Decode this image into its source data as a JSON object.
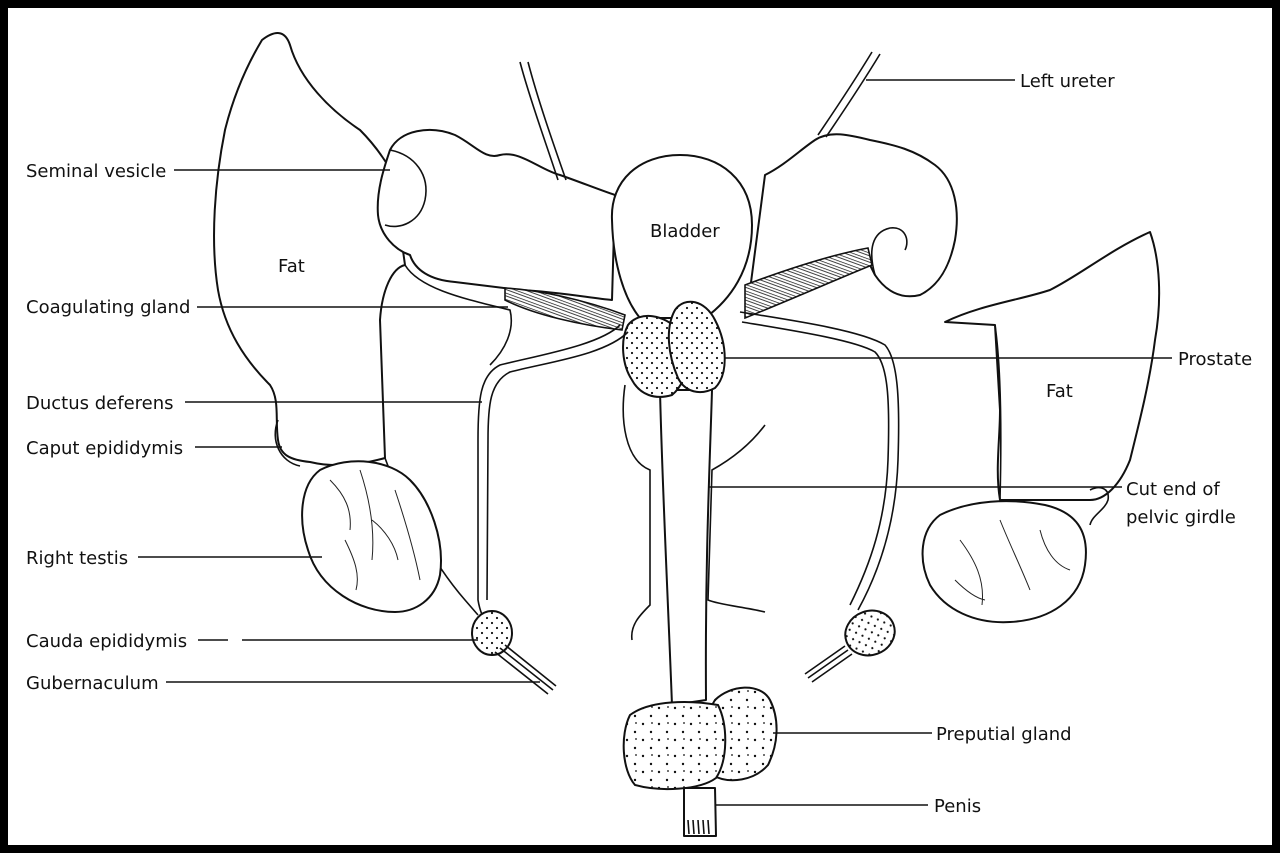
{
  "diagram": {
    "labels": {
      "left_ureter": "Left ureter",
      "seminal_vesicle": "Seminal vesicle",
      "fat_left": "Fat",
      "bladder": "Bladder",
      "coagulating_gland": "Coagulating gland",
      "prostate": "Prostate",
      "fat_right": "Fat",
      "ductus_deferens": "Ductus deferens",
      "caput_epididymis": "Caput epididymis",
      "cut_end_line1": "Cut end of",
      "cut_end_line2": "pelvic girdle",
      "right_testis": "Right testis",
      "cauda_epididymis": "Cauda epididymis",
      "gubernaculum": "Gubernaculum",
      "preputial_gland": "Preputial gland",
      "penis": "Penis"
    },
    "colors": {
      "frame": "#000000",
      "ink": "#111111",
      "paper": "#ffffff"
    }
  }
}
